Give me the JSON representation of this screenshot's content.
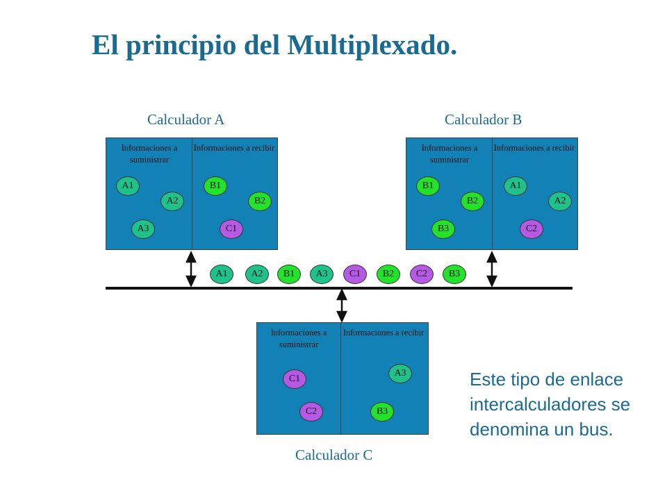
{
  "title": "El principio del Multiplexado.",
  "colors": {
    "title_text": "#1a6a92",
    "box_fill": "#1282b6",
    "teal_node": "#1ec28a",
    "green_node": "#22e22a",
    "purple_node": "#b65ae6"
  },
  "calculators": {
    "a": {
      "label": "Calculador A",
      "left_header": "Informaciones a suministrar",
      "right_header": "Informaciones a recibir",
      "supply": [
        "A1",
        "A2",
        "A3"
      ],
      "receive": [
        "B1",
        "B2",
        "C1"
      ]
    },
    "b": {
      "label": "Calculador B",
      "left_header": "Informaciones a suministrar",
      "right_header": "Informaciones a recibir",
      "supply": [
        "B1",
        "B2",
        "B3"
      ],
      "receive": [
        "A1",
        "A2",
        "C2"
      ]
    },
    "c": {
      "label": "Calculador C",
      "left_header": "Informaciones a suministrar",
      "right_header": "Informaciones a recibir",
      "supply": [
        "C1",
        "C2"
      ],
      "receive": [
        "A3",
        "B3"
      ]
    }
  },
  "bus_sequence": [
    "A1",
    "A2",
    "B1",
    "A3",
    "C1",
    "B2",
    "C2",
    "B3"
  ],
  "description": "Este tipo de enlace intercalculadores se denomina un bus."
}
